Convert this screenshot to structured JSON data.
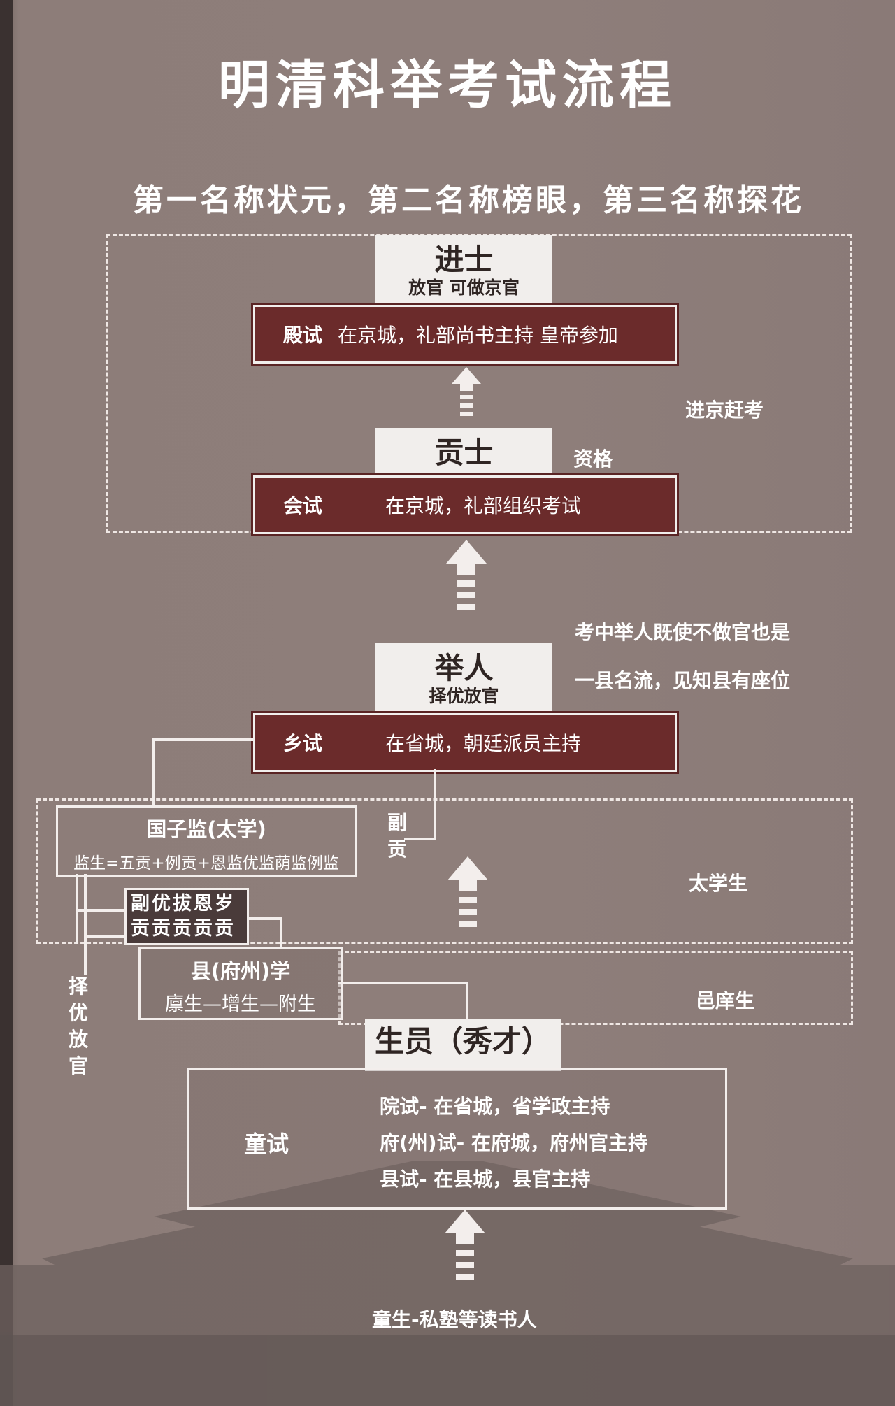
{
  "title": "明清科举考试流程",
  "subtitle": "第一名称状元，第二名称榜眼，第三名称探花",
  "jinshi": {
    "main": "进士",
    "sub": "放官  可做京官"
  },
  "dianshi": {
    "name": "殿试",
    "desc": "在京城，礼部尚书主持 皇帝参加"
  },
  "gongshi": {
    "main": "贡士",
    "side": "资格"
  },
  "huishi": {
    "name": "会试",
    "desc": "在京城，礼部组织考试"
  },
  "jinjing_note": "进京赶考",
  "juren": {
    "main": "举人",
    "sub": "择优放官"
  },
  "juren_note": {
    "line1": "考中举人既使不做官也是",
    "line2": "一县名流，见知县有座位"
  },
  "xiangshi": {
    "name": "乡试",
    "desc": "在省城，朝廷派员主持"
  },
  "guozijian": {
    "title": "国子监(太学)",
    "desc": "监生=五贡+例贡+恩监优监荫监例监"
  },
  "fugong": "副贡",
  "taixuesheng": "太学生",
  "wugong": {
    "line1": "副优拔恩岁",
    "line2": "贡贡贡贡贡"
  },
  "xianxue": {
    "title": "县(府州)学",
    "desc": "廪生—增生—附生"
  },
  "yixiangsheng": "邑庠生",
  "zeyou": "择优放官",
  "shengyuan": "生员（秀才）",
  "tongshi": {
    "name": "童试",
    "lines": [
      "院试- 在省城，省学政主持",
      "府(州)试- 在府城，府州官主持",
      "县试- 在县城，县官主持"
    ]
  },
  "tongsheng": "童生-私塾等读书人"
}
